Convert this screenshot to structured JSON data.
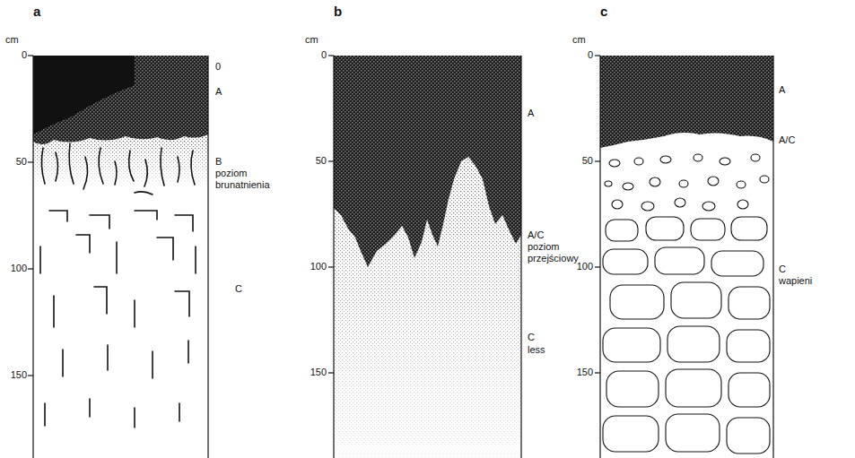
{
  "diagram": {
    "labels": [
      "a",
      "cm",
      "0",
      "50",
      "100",
      "150",
      "0",
      "A",
      "B",
      "poziom brunatnienia",
      "C",
      "b",
      "cm",
      "0",
      "50",
      "100",
      "150",
      "A",
      "A/C",
      "poziom przejściowy",
      "C",
      "less",
      "c",
      "cm",
      "0",
      "50",
      "100",
      "150",
      "A",
      "A/C",
      "C",
      "wapieni"
    ]
  }
}
